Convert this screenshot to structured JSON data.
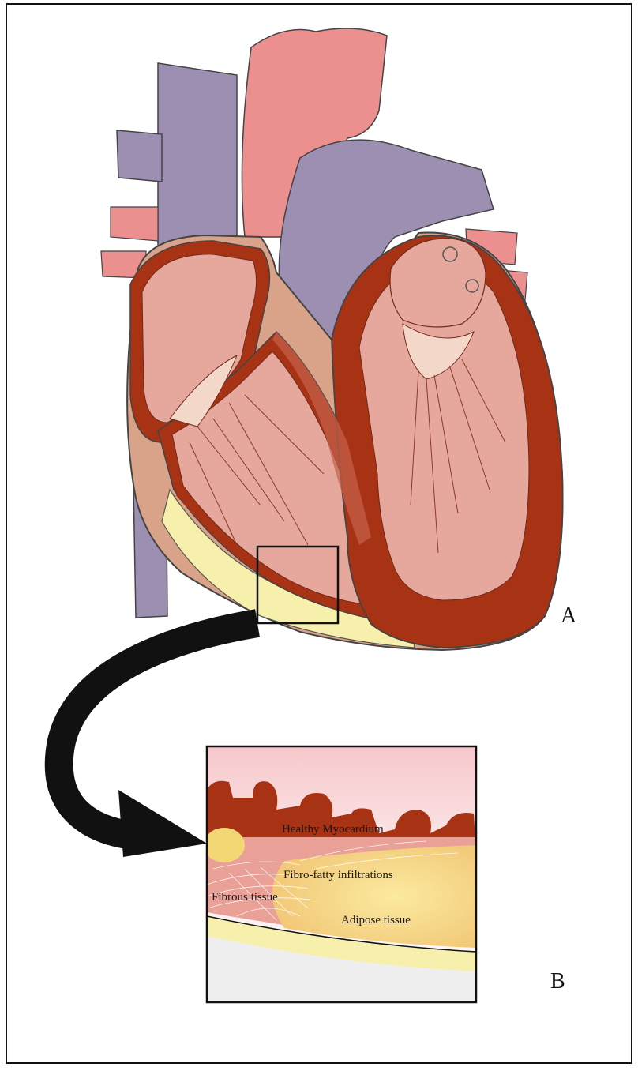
{
  "panels": {
    "a": {
      "letter": "A"
    },
    "b": {
      "letter": "B"
    }
  },
  "inset_labels": {
    "healthy_myocardium": "Healthy Myocardium",
    "fibro_fatty": "Fibro-fatty infiltrations",
    "fibrous_tissue": "Fibrous tissue",
    "adipose_tissue": "Adipose tissue"
  },
  "colors": {
    "myocardium": "#a83214",
    "chamber_pink": "#e6a79c",
    "vein_purple": "#9c8fb2",
    "artery_pink": "#ec8f8f",
    "fat_yellow": "#f7efac",
    "adipose": "#f3d774",
    "frame": "#111111"
  }
}
